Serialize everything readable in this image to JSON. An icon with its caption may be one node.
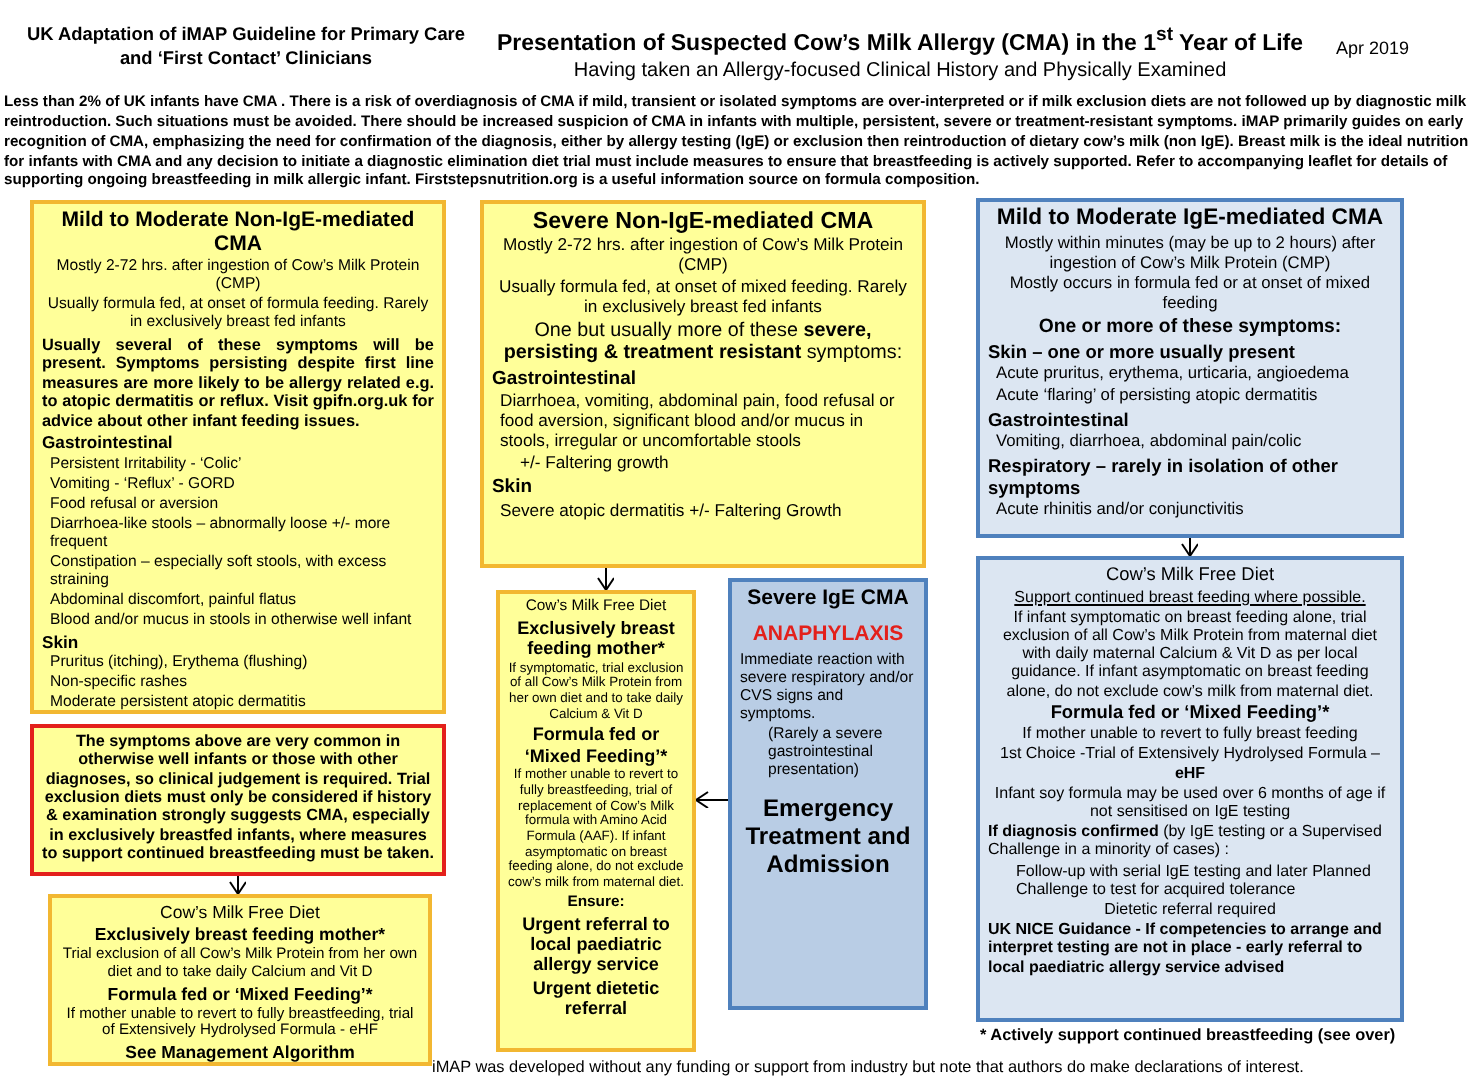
{
  "diagram": {
    "title": "Presentation of Suspected Cow’s Milk Allergy (CMA) in the 1$^{st}$ Year of Life",
    "nodes": [
      {
        "text": [
          "Mild to Moderate Non-IgE-mediated CMA",
          "Mostly 2-72 hrs. after ingestion of Cow’s Milk Protein (CMP)",
          "Usually formula fed, at onset of formula feeding. Rarely in exclusively breast fed infants",
          "Usually several of these symptoms will be present. Symptoms persisting despite first line measures are more likely to be allergy related e.g. to atopic dermatitis or reflux. Visit gpifn.org.uk for advice about other infant feeding issues.",
          "Gastrointestinal",
          "Persistent Irritability - ‘Colic’",
          "Vomiting - ‘Reflux’ - GORD",
          "Food refusal or aversion",
          "Diarrhoea-like stools – abnormally loose +/- more frequent",
          "Constipation – especially soft stools, with excess straining",
          "Abdominal discomfort, painful flatus",
          "Blood and/or mucus in stools in otherwise well infant",
          "Skin",
          "Pruritus (itching), Erythema (flushing)",
          "Non-specific rashes",
          "Moderate persistent atopic dermatitis"
        ]
      },
      {
        "text": [
          "The symptoms above are very common in otherwise well infants or those with other diagnoses, so clinical judgement is required. Trial exclusion diets must only be considered if history & examination strongly suggests CMA, especially in exclusively breastfed infants, where measures to support continued breastfeeding must be taken."
        ]
      },
      {
        "text": [
          "Cow’s Milk Free Diet",
          "Exclusively breast feeding mother*",
          "Trial exclusion of all Cow’s Milk Protein from her own diet and to take daily Calcium and Vit D",
          "Formula fed or ‘Mixed Feeding’*",
          "If mother unable to revert to fully breastfeeding, trial of Extensively Hydrolysed Formula - eHF",
          "See Management Algorithm"
        ]
      },
      {
        "text": [
          "Severe Non-IgE-mediated CMA",
          "Mostly 2-72 hrs. after ingestion of Cow’s Milk Protein (CMP)",
          "Usually formula fed, at onset of mixed feeding. Rarely in exclusively breast fed infants",
          "One but usually more of these **severe, persisting & treatment resistant** symptoms:",
          "Gastrointestinal",
          "Diarrhoea, vomiting, abdominal pain, food refusal or food aversion, significant blood and/or mucus in stools, irregular or uncomfortable stools",
          "+/- Faltering growth",
          "Skin",
          "Severe atopic dermatitis +/- Faltering Growth"
        ]
      },
      {
        "text": [
          "Cow’s Milk Free Diet",
          "Exclusively breast feeding mother*",
          "If symptomatic, trial exclusion of all Cow’s Milk Protein from her own diet and to take daily Calcium & Vit D",
          "Formula fed or ‘Mixed Feeding’*",
          "If mother unable to revert to fully breastfeeding, trial of replacement of Cow’s Milk formula with Amino Acid Formula (AAF). If infant asymptomatic on breast feeding alone, do not exclude cow’s milk from maternal diet.",
          "Ensure:",
          "Urgent referral to local paediatric allergy service",
          "Urgent dietetic referral"
        ]
      },
      {
        "text": [
          "Severe IgE CMA",
          "ANAPHYLAXIS",
          "Immediate reaction with severe respiratory and/or CVS signs and symptoms.",
          "(Rarely a severe gastrointestinal presentation)",
          "Emergency Treatment and Admission"
        ]
      },
      {
        "text": [
          "Mild to Moderate IgE-mediated CMA",
          "Mostly within minutes (may be up to 2 hours) after ingestion of Cow’s Milk Protein (CMP)",
          "Mostly occurs in formula fed or at onset of mixed feeding",
          "One or more of these symptoms:",
          "Skin – one or more usually present",
          "Acute pruritus, erythema, urticaria, angioedema",
          "Acute ‘flaring’ of persisting atopic dermatitis",
          "Gastrointestinal",
          "Vomiting, diarrhoea, abdominal pain/colic",
          "Respiratory – rarely in isolation of other symptoms",
          "Acute rhinitis and/or conjunctivitis"
        ]
      },
      {
        "text": [
          "Cow’s Milk Free Diet",
          "Support continued breast feeding where possible.",
          "If infant symptomatic on breast feeding alone, trial exclusion of all Cow’s Milk Protein from maternal diet with daily maternal Calcium & Vit D as per local guidance. If infant asymptomatic on breast feeding alone, do not exclude cow’s milk from maternal diet.",
          "Formula fed or ‘Mixed Feeding’*",
          "If mother unable to revert to fully breast feeding",
          "1st Choice -Trial of Extensively Hydrolysed Formula – **eHF**",
          "Infant soy formula may be used over 6 months of age if not sensitised on IgE testing",
          "**If diagnosis confirmed** (by IgE testing or a Supervised Challenge in a minority of cases) :",
          "Follow-up with serial IgE testing and later Planned Challenge to test for acquired tolerance",
          "Dietetic referral required",
          "UK NICE Guidance - If competencies to arrange and interpret testing are not in place - early referral to local paediatric allergy service advised"
        ]
      }
    ],
    "edges": [
      {
        "from": 1,
        "to": 2,
        "arrow": "to"
      },
      {
        "from": 3,
        "to": 4,
        "arrow": "to"
      },
      {
        "from": 5,
        "to": 4,
        "arrow": "to"
      },
      {
        "from": 6,
        "to": 7,
        "arrow": "to"
      }
    ],
    "labels": [
      "UK Adaptation of iMAP Guideline for Primary Care and ‘First Contact’ Clinicians",
      "Apr 2019",
      "Having taken an Allergy-focused Clinical History and Physically Examined",
      "Less than 2% of UK infants have CMA . There is a risk of overdiagnosis of CMA if mild, transient or isolated symptoms are over-interpreted or if milk exclusion diets are not followed up by diagnostic milk reintroduction. Such situations must be avoided. There should be increased suspicion of CMA in infants with multiple, persistent, severe or treatment-resistant symptoms. iMAP primarily guides on early recognition of CMA, emphasizing the need for confirmation of the diagnosis, either by allergy testing (IgE) or exclusion then reintroduction of dietary cow’s milk (non IgE). Breast milk is the ideal nutrition for infants with CMA and any decision to initiate a diagnostic elimination diet trial must include measures to ensure that breastfeeding is actively supported. Refer to accompanying leaflet for details of supporting ongoing breastfeeding in milk allergic infant. Firststepsnutrition.org is a useful information source on formula composition.",
      "* Actively support continued breastfeeding (see over)",
      "iMAP was developed without any funding or support from industry but note that authors do make declarations of interest."
    ]
  }
}
